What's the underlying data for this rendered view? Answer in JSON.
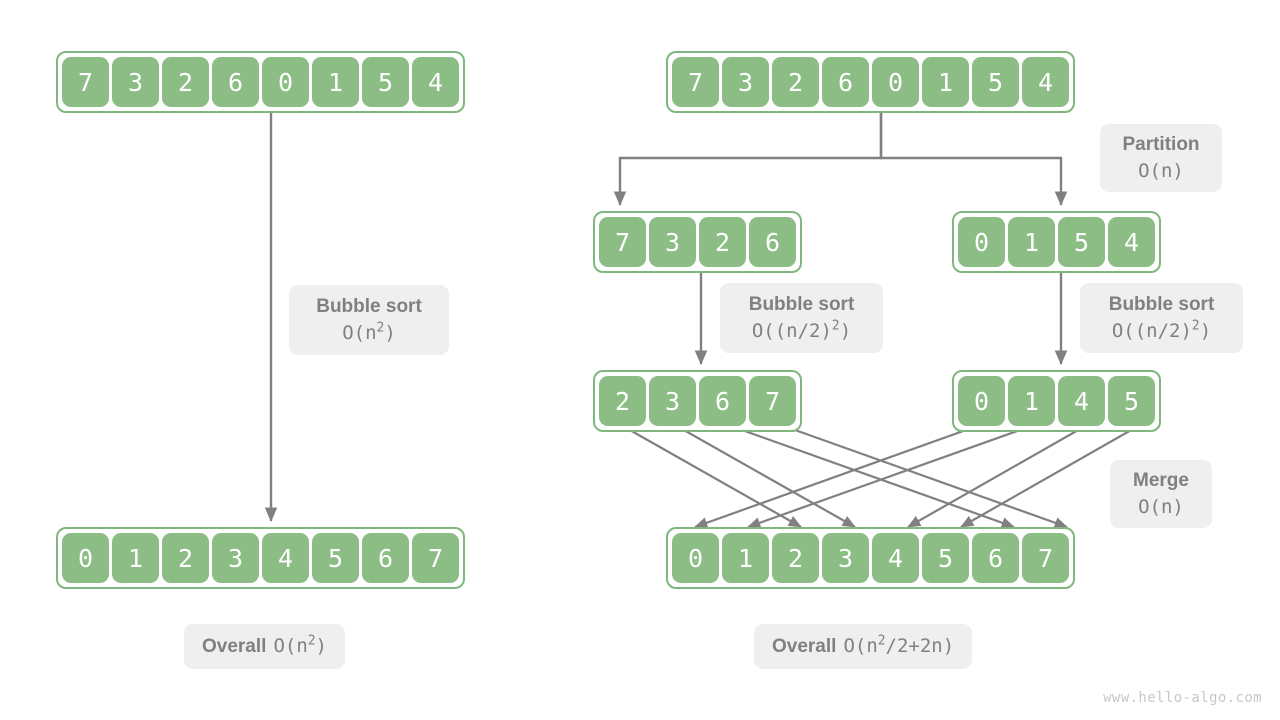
{
  "colors": {
    "cell_fill": "#8bbd85",
    "array_border": "#7fb77e",
    "note_bg": "#efefef",
    "note_text": "#808080",
    "arrow": "#808080",
    "background": "#ffffff",
    "watermark": "#c8c8c8"
  },
  "left": {
    "input_array": {
      "label": "unsorted-array",
      "values": [
        "7",
        "3",
        "2",
        "6",
        "0",
        "1",
        "5",
        "4"
      ]
    },
    "output_array": {
      "label": "sorted-array",
      "values": [
        "0",
        "1",
        "2",
        "3",
        "4",
        "5",
        "6",
        "7"
      ]
    },
    "note_bubble": {
      "title": "Bubble sort",
      "complexity_html": "O(n<sup>2</sup>)",
      "complexity_text": "O(n^2)"
    },
    "note_overall": {
      "title": "Overall",
      "complexity_html": "O(n<sup>2</sup>)",
      "complexity_text": "O(n^2)"
    }
  },
  "right": {
    "input_array": {
      "label": "unsorted-array",
      "values": [
        "7",
        "3",
        "2",
        "6",
        "0",
        "1",
        "5",
        "4"
      ]
    },
    "left_sub_array": {
      "label": "left-subarray",
      "values": [
        "7",
        "3",
        "2",
        "6"
      ]
    },
    "right_sub_array": {
      "label": "right-subarray",
      "values": [
        "0",
        "1",
        "5",
        "4"
      ]
    },
    "left_sorted_array": {
      "label": "left-sorted-subarray",
      "values": [
        "2",
        "3",
        "6",
        "7"
      ]
    },
    "right_sorted_array": {
      "label": "right-sorted-subarray",
      "values": [
        "0",
        "1",
        "4",
        "5"
      ]
    },
    "merged_array": {
      "label": "merged-sorted-array",
      "values": [
        "0",
        "1",
        "2",
        "3",
        "4",
        "5",
        "6",
        "7"
      ]
    },
    "note_partition": {
      "title": "Partition",
      "complexity_html": "O(n)",
      "complexity_text": "O(n)"
    },
    "note_bubble_left": {
      "title": "Bubble sort",
      "complexity_html": "O((n/2)<sup>2</sup>)",
      "complexity_text": "O((n/2)^2)"
    },
    "note_bubble_right": {
      "title": "Bubble sort",
      "complexity_html": "O((n/2)<sup>2</sup>)",
      "complexity_text": "O((n/2)^2)"
    },
    "note_merge": {
      "title": "Merge",
      "complexity_html": "O(n)",
      "complexity_text": "O(n)"
    },
    "note_overall": {
      "title": "Overall",
      "complexity_html": "O(n<sup>2</sup>/2+2n)",
      "complexity_text": "O(n^2/2+2n)"
    }
  },
  "watermark": {
    "text": "www.hello-algo.com"
  }
}
